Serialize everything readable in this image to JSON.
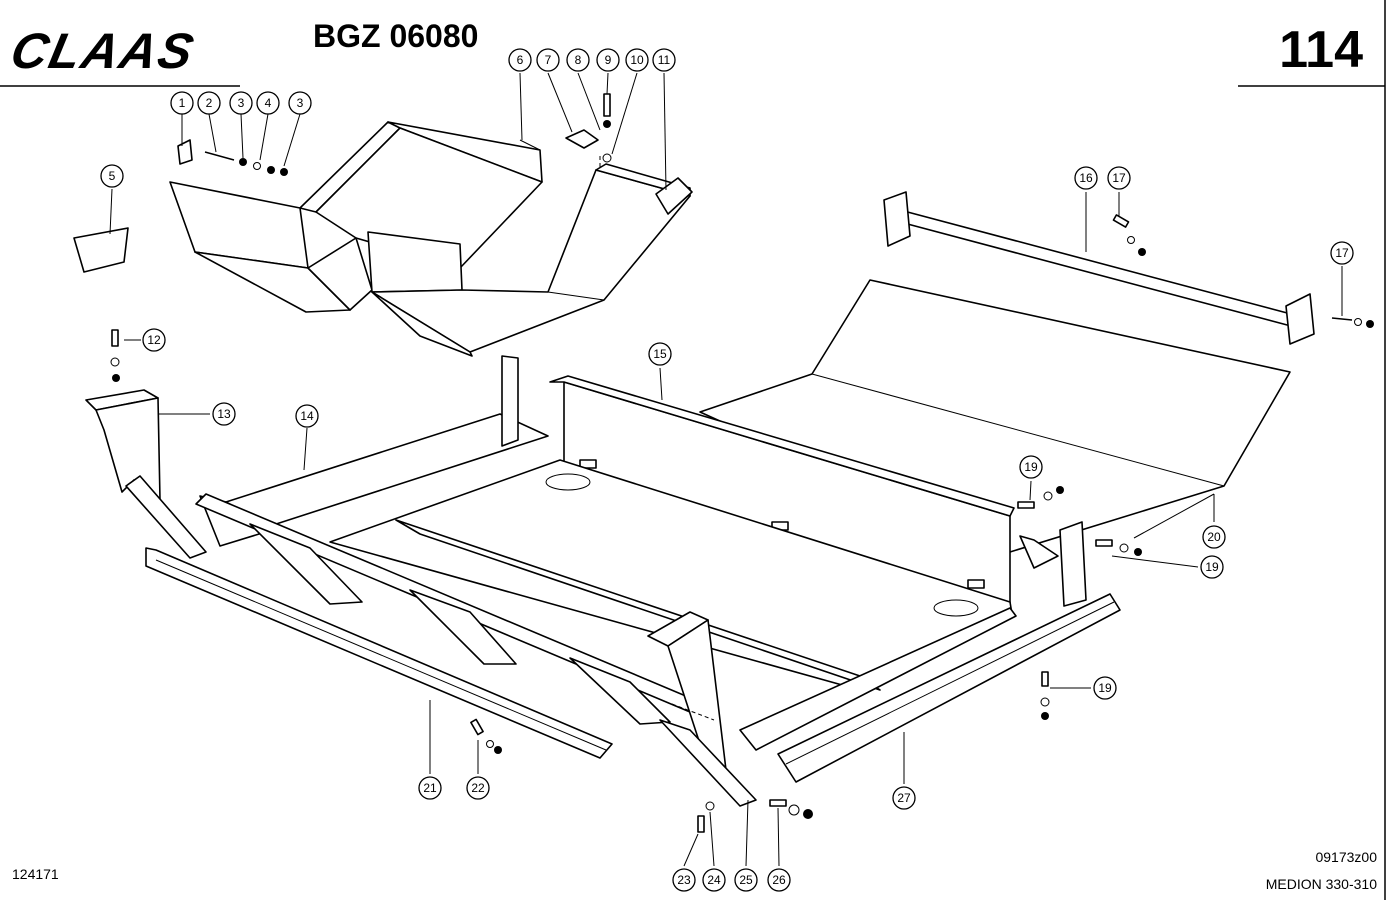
{
  "header": {
    "brand": "CLAAS",
    "code": "BGZ 06080",
    "page": "114"
  },
  "footer": {
    "drawing_number": "124171",
    "reference": "09173z00",
    "model": "MEDION 330-310"
  },
  "callouts": {
    "c1": "1",
    "c2": "2",
    "c3a": "3",
    "c4": "4",
    "c3b": "3",
    "c5": "5",
    "c6": "6",
    "c7": "7",
    "c8": "8",
    "c9": "9",
    "c10": "10",
    "c11": "11",
    "c12": "12",
    "c13": "13",
    "c14": "14",
    "c15": "15",
    "c16": "16",
    "c17a": "17",
    "c17b": "17",
    "c19a": "19",
    "c19b": "19",
    "c19c": "19",
    "c20": "20",
    "c21": "21",
    "c22": "22",
    "c23": "23",
    "c24": "24",
    "c25": "25",
    "c26": "26",
    "c27": "27"
  }
}
